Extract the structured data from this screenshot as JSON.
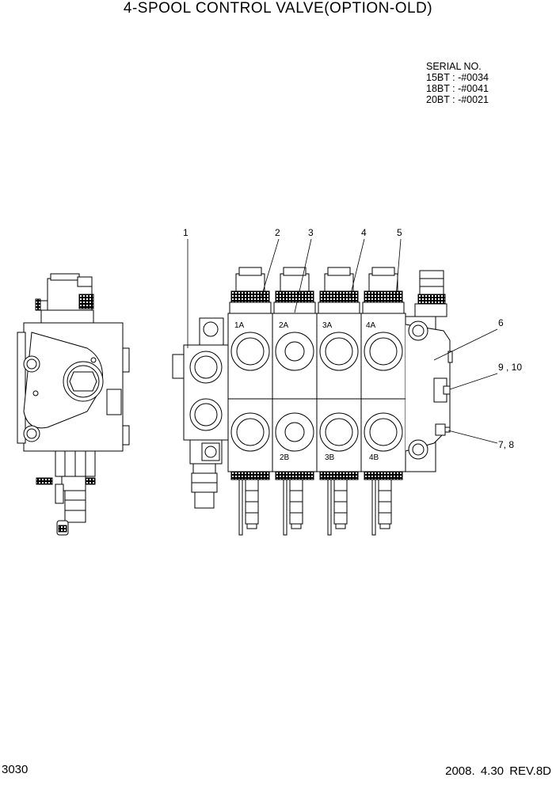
{
  "title": "4-SPOOL CONTROL VALVE(OPTION-OLD)",
  "serial": {
    "heading": "SERIAL NO.",
    "lines": [
      "15BT : -#0034",
      "18BT : -#0041",
      "20BT : -#0021"
    ]
  },
  "callouts": {
    "c1": "1",
    "c2": "2",
    "c3": "3",
    "c4": "4",
    "c5": "5",
    "c6": "6",
    "c910": "9 , 10",
    "c78": "7,  8"
  },
  "ports": {
    "a1": "1A",
    "a2": "2A",
    "a3": "3A",
    "a4": "4A",
    "b2": "2B",
    "b3": "3B",
    "b4": "4B"
  },
  "footer": {
    "page": "3030",
    "revision": "2008. 4.30  REV.8D"
  }
}
